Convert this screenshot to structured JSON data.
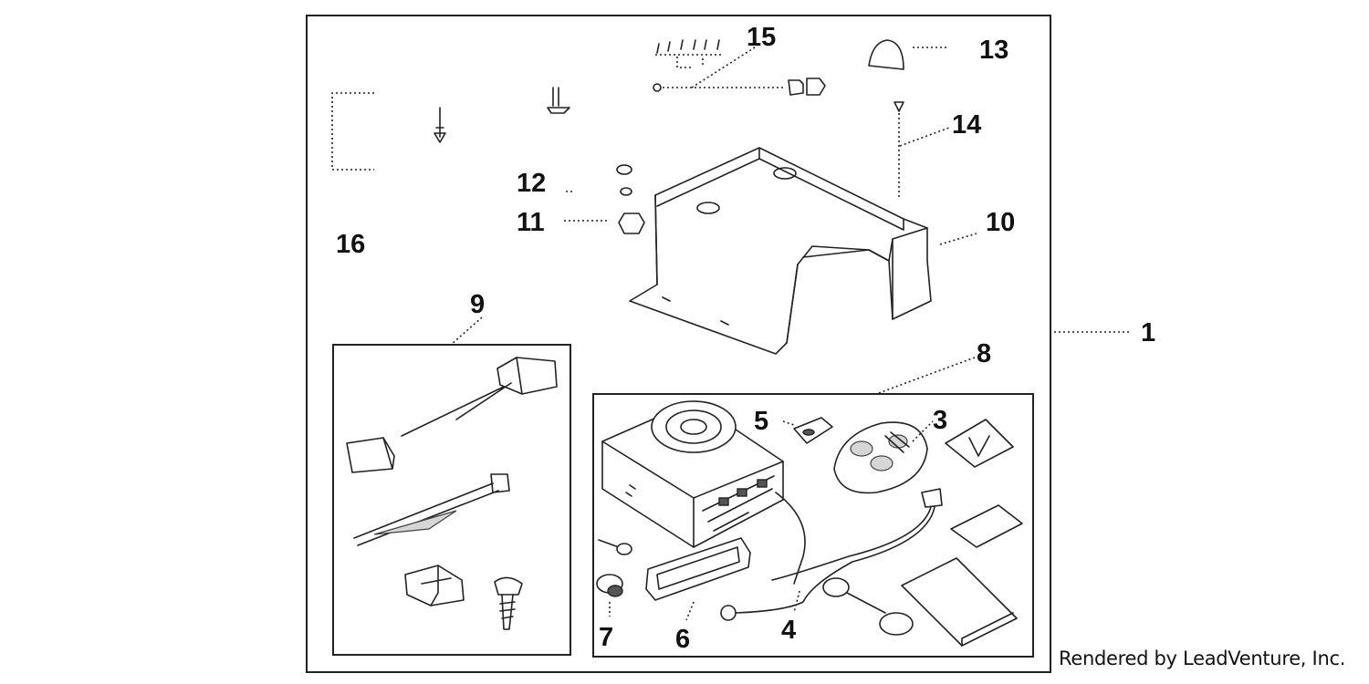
{
  "credit": "Rendered by LeadVenture, Inc.",
  "callouts": {
    "c1": "1",
    "c3": "3",
    "c4": "4",
    "c5": "5",
    "c6": "6",
    "c7": "7",
    "c8": "8",
    "c9": "9",
    "c10": "10",
    "c11": "11",
    "c12": "12",
    "c13": "13",
    "c14": "14",
    "c15": "15",
    "c16": "16"
  }
}
